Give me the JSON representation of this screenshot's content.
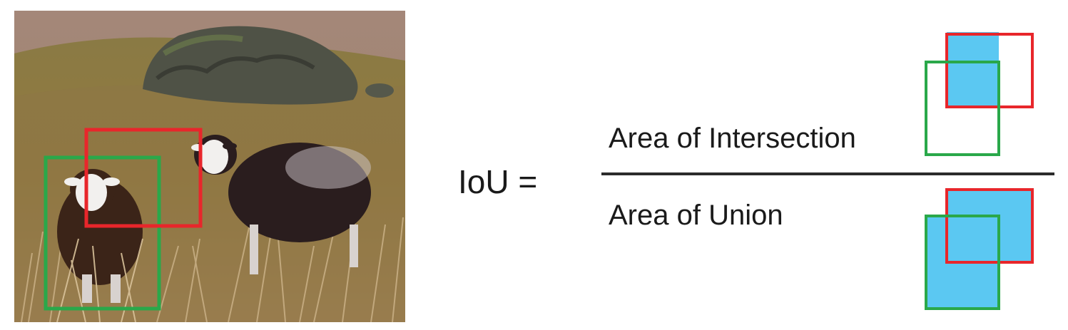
{
  "equation": {
    "lhs_label": "IoU =",
    "numerator_label": "Area of Intersection",
    "denominator_label": "Area of Union"
  },
  "colors": {
    "ground_truth_box": "#2aa84a",
    "predicted_box": "#e8262b",
    "overlap_fill": "#5bc8f2",
    "fraction_bar": "#2b2b2b",
    "text": "#1a1a1a"
  },
  "icons": {
    "intersection": "intersection-overlap-icon",
    "union": "union-overlap-icon"
  }
}
